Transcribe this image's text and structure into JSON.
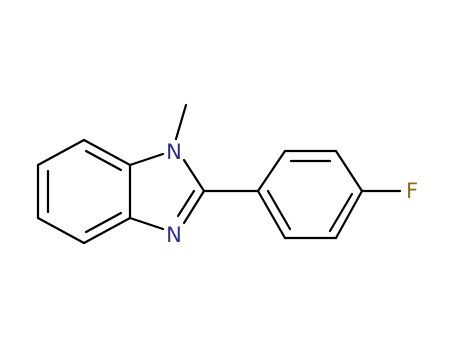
{
  "molecule": {
    "atoms": {
      "n1": {
        "label": "N",
        "color": "#2d2d8c"
      },
      "n3": {
        "label": "N",
        "color": "#2d2d8c"
      },
      "f": {
        "label": "F",
        "color": "#8c6d1f"
      }
    },
    "bond_color": "#000000"
  }
}
